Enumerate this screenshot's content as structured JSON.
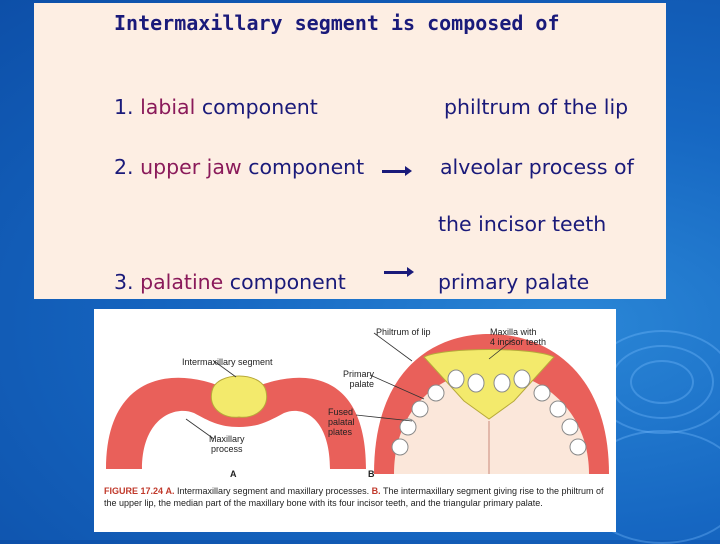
{
  "slide": {
    "title": "Intermaxillary segment is composed of",
    "items": [
      {
        "num": "1.",
        "highlight": "labial",
        "rest": "component",
        "result": "philtrum of the lip"
      },
      {
        "num": "2.",
        "highlight": "upper jaw",
        "rest": "component",
        "result": "alveolar process of",
        "result2": "the incisor teeth"
      },
      {
        "num": "3.",
        "highlight": "palatine",
        "rest": "component",
        "result": "primary palate"
      }
    ]
  },
  "figure": {
    "labels": {
      "intermaxillary": "Intermaxillary segment",
      "maxillary": "Maxillary",
      "maxillary2": "process",
      "philtrum": "Philtrum of lip",
      "maxilla": "Maxilla with",
      "maxilla2": "4 incisor teeth",
      "primary": "Primary",
      "primary2": "palate",
      "fused": "Fused",
      "fused2": "palatal",
      "fused3": "plates",
      "a": "A",
      "b": "B"
    },
    "caption": {
      "figure_num": "FIGURE 17.24",
      "a": "A.",
      "a_text": " Intermaxillary segment and maxillary processes. ",
      "b": "B.",
      "b_text": " The intermaxillary segment giving rise to the philtrum of the upper lip, the median part of the maxillary bone with its four incisor teeth, and the triangular primary palate."
    },
    "colors": {
      "mucosa": "#e9605a",
      "segment": "#f3ea6c",
      "inner": "#fbe7da"
    }
  }
}
